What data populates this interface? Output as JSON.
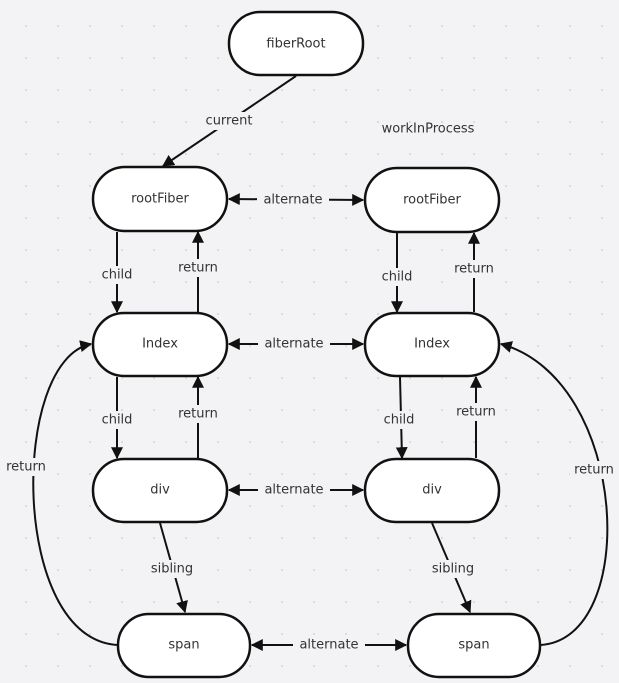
{
  "title_label": "workInProcess",
  "nodes": {
    "fiberRoot": "fiberRoot",
    "rootFiberLeft": "rootFiber",
    "rootFiberRight": "rootFiber",
    "indexLeft": "Index",
    "indexRight": "Index",
    "divLeft": "div",
    "divRight": "div",
    "spanLeft": "span",
    "spanRight": "span"
  },
  "edges": {
    "current": "current",
    "alternate1": "alternate",
    "alternate2": "alternate",
    "alternate3": "alternate",
    "alternate4": "alternate",
    "childL1": "child",
    "returnL1": "return",
    "childL2": "child",
    "returnL2": "return",
    "childR1": "child",
    "returnR1": "return",
    "childR2": "child",
    "returnR2": "return",
    "siblingL": "sibling",
    "siblingR": "sibling",
    "returnSpanL": "return",
    "returnSpanR": "return"
  }
}
